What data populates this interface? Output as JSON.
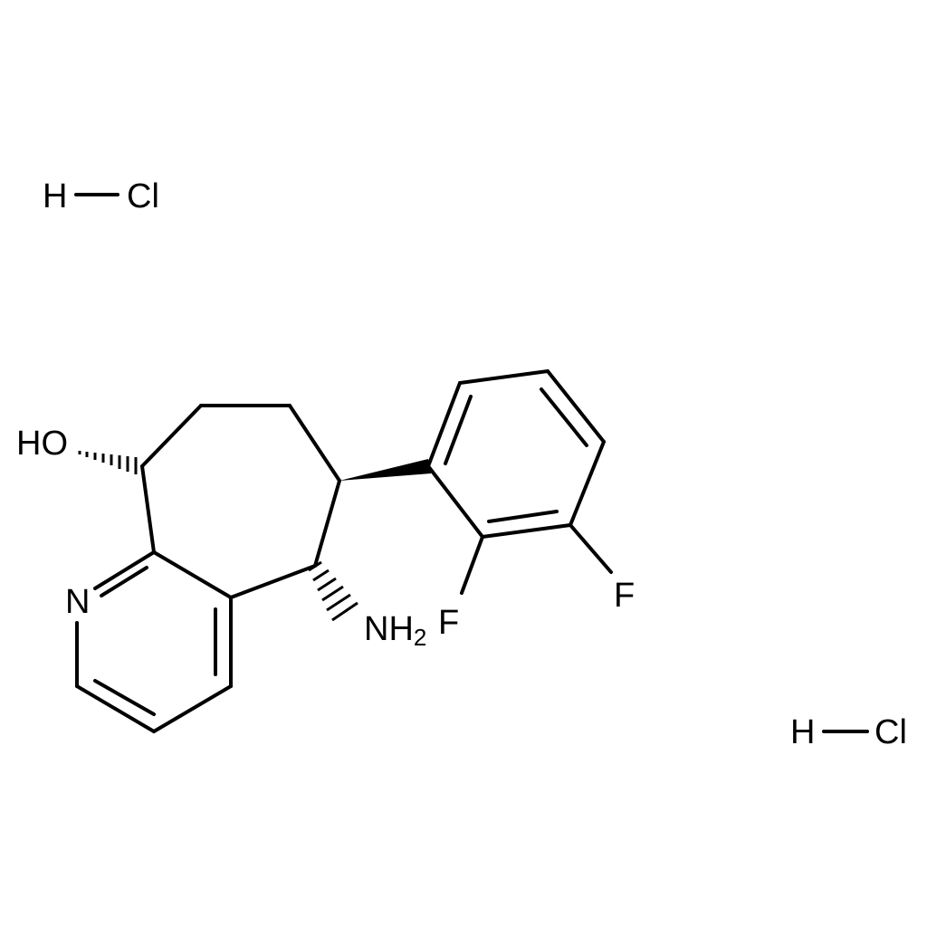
{
  "diagram": {
    "type": "chemical-structure",
    "salts": [
      {
        "left_atom": "H",
        "right_atom": "Cl"
      },
      {
        "left_atom": "H",
        "right_atom": "Cl"
      }
    ],
    "atoms": {
      "hydroxyl": "HO",
      "pyridine_nitrogen": "N",
      "amine": "NH",
      "amine_subscript": "2",
      "fluorine_ortho": "F",
      "fluorine_meta": "F"
    },
    "colors": {
      "bond": "#000000",
      "text": "#000000",
      "background": "#ffffff"
    }
  }
}
